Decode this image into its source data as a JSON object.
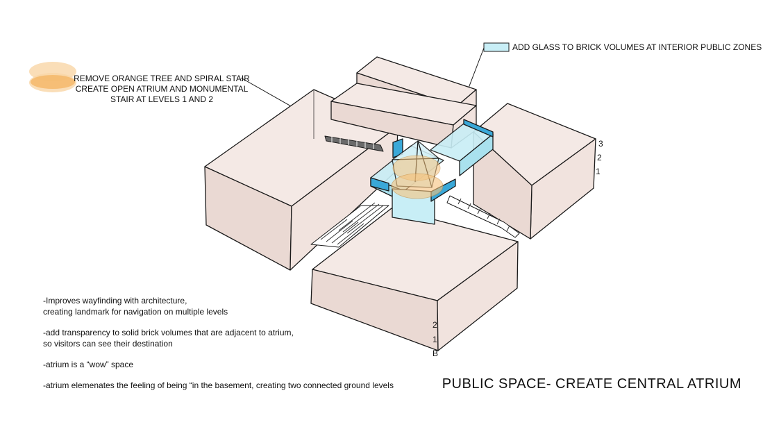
{
  "callouts": {
    "orange_tree": "REMOVE ORANGE TREE AND SPIRAL STAIR\nCREATE OPEN ATRIUM AND MONUMENTAL\nSTAIR AT LEVELS 1 AND 2",
    "glass": "ADD GLASS TO BRICK VOLUMES AT INTERIOR PUBLIC ZONES"
  },
  "levels_right": [
    "3",
    "2",
    "1"
  ],
  "levels_front": [
    "2",
    "1",
    "B"
  ],
  "notes": [
    "-Improves wayfinding with architecture,\ncreating landmark for navigation on multiple levels",
    "-add transparency to solid brick volumes that are adjacent to atrium,\nso visitors can see their destination",
    "-atrium is a “wow” space",
    "-atrium elemenates the feeling of being “in the basement, creating two connected ground levels"
  ],
  "title": "PUBLIC SPACE-   CREATE CENTRAL ATRIUM",
  "colors": {
    "brick": "#f4e9e5",
    "brick_side": "#ead9d3",
    "glass": "#c8eef6",
    "glass_edge": "#3aa8d8",
    "orange": "#f7c37c",
    "outline": "#1a1a1a"
  }
}
